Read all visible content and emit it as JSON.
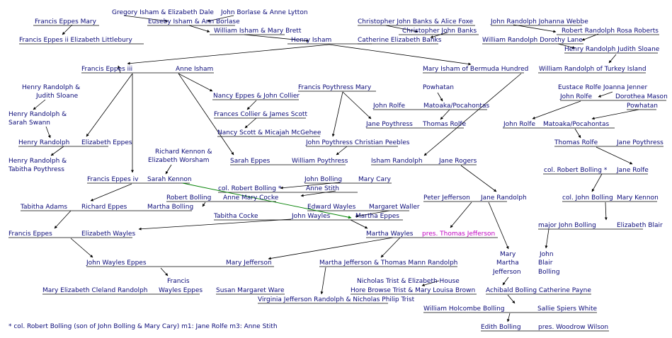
{
  "nodes": [
    {
      "id": "n1",
      "text": "Francis Eppes  Mary"
    },
    {
      "id": "n2",
      "text": "Gregory Isham & Elizabeth Dale"
    },
    {
      "id": "n3",
      "text": "John Borlase & Anne Lytton"
    },
    {
      "id": "n4",
      "text": "Euseby Isham & Ann Borlase"
    },
    {
      "id": "n5",
      "text": "William Isham & Mary Brett"
    },
    {
      "id": "n6",
      "text": "Henry Isham"
    },
    {
      "id": "n7",
      "text": "Francis Eppes ii      Elizabeth Littlebury"
    },
    {
      "id": "n8",
      "text": "Christopher John Banks & Alice Foxe"
    },
    {
      "id": "n9",
      "text": "Christopher John Banks"
    },
    {
      "id": "n10",
      "text": "Catherine Elizabeth Banks"
    },
    {
      "id": "n11",
      "text": "John Randolph   Johanna Webbe"
    },
    {
      "id": "n12",
      "text": "Robert Randolph  Rosa Roberts"
    },
    {
      "id": "n13",
      "text": "William Randolph Dorothy Lane"
    },
    {
      "id": "n14",
      "text": "Henry Randolph  Judith Sloane"
    },
    {
      "id": "n15",
      "text": "Francis Eppes iii"
    },
    {
      "id": "n16",
      "text": "Anne Isham"
    },
    {
      "id": "n17",
      "text": "Mary Isham of Bermuda Hundred"
    },
    {
      "id": "n18",
      "text": "William Randolph of Turkey Island"
    },
    {
      "id": "n19",
      "text": "Henry Randolph &"
    },
    {
      "id": "n20",
      "text": "Judith Sloane"
    },
    {
      "id": "n21",
      "text": "Nancy Eppes & John Collier"
    },
    {
      "id": "n22",
      "text": "Francis Poythress    Mary"
    },
    {
      "id": "n23",
      "text": "Powhatan"
    },
    {
      "id": "n24",
      "text": "Eustace Rolfe  Joanna Jenner"
    },
    {
      "id": "n25",
      "text": "John Rolfe"
    },
    {
      "id": "n26",
      "text": "Dorothea Mason"
    },
    {
      "id": "n27",
      "text": "John Rolfe"
    },
    {
      "id": "n28",
      "text": "Matoaka/Pocahontas"
    },
    {
      "id": "n29",
      "text": "Powhatan"
    },
    {
      "id": "n30",
      "text": "Henry Randolph &"
    },
    {
      "id": "n31",
      "text": "Sarah Swann"
    },
    {
      "id": "n32",
      "text": "Frances Collier & James Scott"
    },
    {
      "id": "n33",
      "text": "Jane Poythress"
    },
    {
      "id": "n34",
      "text": "Thomas Rolfe"
    },
    {
      "id": "n35",
      "text": "John Rolfe"
    },
    {
      "id": "n36",
      "text": "Matoaka/Pocahontas"
    },
    {
      "id": "n37",
      "text": "Nancy Scott & Micajah McGehee"
    },
    {
      "id": "n38",
      "text": "Henry Randolph"
    },
    {
      "id": "n39",
      "text": "Elizabeth Eppes"
    },
    {
      "id": "n40",
      "text": "John Poythress   Christian Peebles"
    },
    {
      "id": "n41",
      "text": "Thomas Rolfe"
    },
    {
      "id": "n42",
      "text": "Jane Poythress"
    },
    {
      "id": "n43",
      "text": "Richard Kennon &"
    },
    {
      "id": "n44",
      "text": "Elizabeth Worsham"
    },
    {
      "id": "n45",
      "text": "Henry Randolph &"
    },
    {
      "id": "n46",
      "text": "Tabitha Poythress"
    },
    {
      "id": "n47",
      "text": "Sarah Eppes"
    },
    {
      "id": "n48",
      "text": "William Poythress"
    },
    {
      "id": "n49",
      "text": "Isham Randolph"
    },
    {
      "id": "n50",
      "text": "Jane Rogers"
    },
    {
      "id": "n51",
      "text": "col. Robert Bolling *"
    },
    {
      "id": "n52",
      "text": "Jane Rolfe"
    },
    {
      "id": "n53",
      "text": "Francis Eppes iv"
    },
    {
      "id": "n54",
      "text": "Sarah Kennon"
    },
    {
      "id": "n55",
      "text": "John Bolling"
    },
    {
      "id": "n56",
      "text": "Mary Cary"
    },
    {
      "id": "n57",
      "text": "col. Robert Bolling *"
    },
    {
      "id": "n58",
      "text": "Anne Stith"
    },
    {
      "id": "n59",
      "text": "Peter Jefferson"
    },
    {
      "id": "n60",
      "text": "Jane Randolph"
    },
    {
      "id": "n61",
      "text": "Robert Bolling"
    },
    {
      "id": "n62",
      "text": "Anne Mary Cocke"
    },
    {
      "id": "n63",
      "text": "col. John Bolling"
    },
    {
      "id": "n64",
      "text": "Mary Kennon"
    },
    {
      "id": "n65",
      "text": "Tabitha Adams"
    },
    {
      "id": "n66",
      "text": "Richard Eppes"
    },
    {
      "id": "n67",
      "text": "Martha Bolling"
    },
    {
      "id": "n68",
      "text": "Edward Wayles"
    },
    {
      "id": "n69",
      "text": "Margaret Waller"
    },
    {
      "id": "n70",
      "text": "Tabitha Cocke"
    },
    {
      "id": "n71",
      "text": "John Wayles"
    },
    {
      "id": "n72",
      "text": "Martha Eppes"
    },
    {
      "id": "n73",
      "text": "major John Bolling"
    },
    {
      "id": "n74",
      "text": "Elizabeth Blair"
    },
    {
      "id": "n75",
      "text": "Francis Eppes"
    },
    {
      "id": "n76",
      "text": "Elizabeth Wayles"
    },
    {
      "id": "n77",
      "text": "Martha Wayles"
    },
    {
      "id": "n78",
      "text": "pres. Thomas Jefferson",
      "highlight": true
    },
    {
      "id": "n79",
      "text": "Mary"
    },
    {
      "id": "n80",
      "text": "Martha"
    },
    {
      "id": "n81",
      "text": "Jefferson"
    },
    {
      "id": "n82",
      "text": "John"
    },
    {
      "id": "n83",
      "text": "Blair"
    },
    {
      "id": "n84",
      "text": "Bolling"
    },
    {
      "id": "n85",
      "text": "John Wayles Eppes"
    },
    {
      "id": "n86",
      "text": "Mary Jefferson"
    },
    {
      "id": "n87",
      "text": "Martha Jefferson & Thomas Mann Randolph"
    },
    {
      "id": "n88",
      "text": "Francis"
    },
    {
      "id": "n89",
      "text": "Nicholas Trist & Elizabeth House"
    },
    {
      "id": "n90",
      "text": "Mary Elizabeth Cleland Randolph"
    },
    {
      "id": "n91",
      "text": "Wayles Eppes"
    },
    {
      "id": "n92",
      "text": "Susan Margaret Ware"
    },
    {
      "id": "n93",
      "text": "Hore Browse Trist & Mary Louisa Brown"
    },
    {
      "id": "n94",
      "text": "Achibald Bolling Catherine Payne"
    },
    {
      "id": "n95",
      "text": "Virginia Jefferson Randolph & Nicholas Philip Trist"
    },
    {
      "id": "n96",
      "text": "William Holcombe Bolling"
    },
    {
      "id": "n97",
      "text": "Sallie Spiers White"
    },
    {
      "id": "n98",
      "text": "Edith Bolling"
    },
    {
      "id": "n99",
      "text": "pres. Woodrow Wilson"
    }
  ],
  "footnote": "* col. Robert Bolling (son of John Bolling & Mary Cary) m1: Jane Rolfe m3: Anne Stith",
  "colors": {
    "text": "#0a0a78",
    "highlight": "#c000c0",
    "line": "#000000",
    "special_line": "#008000",
    "background": "#ffffff"
  }
}
